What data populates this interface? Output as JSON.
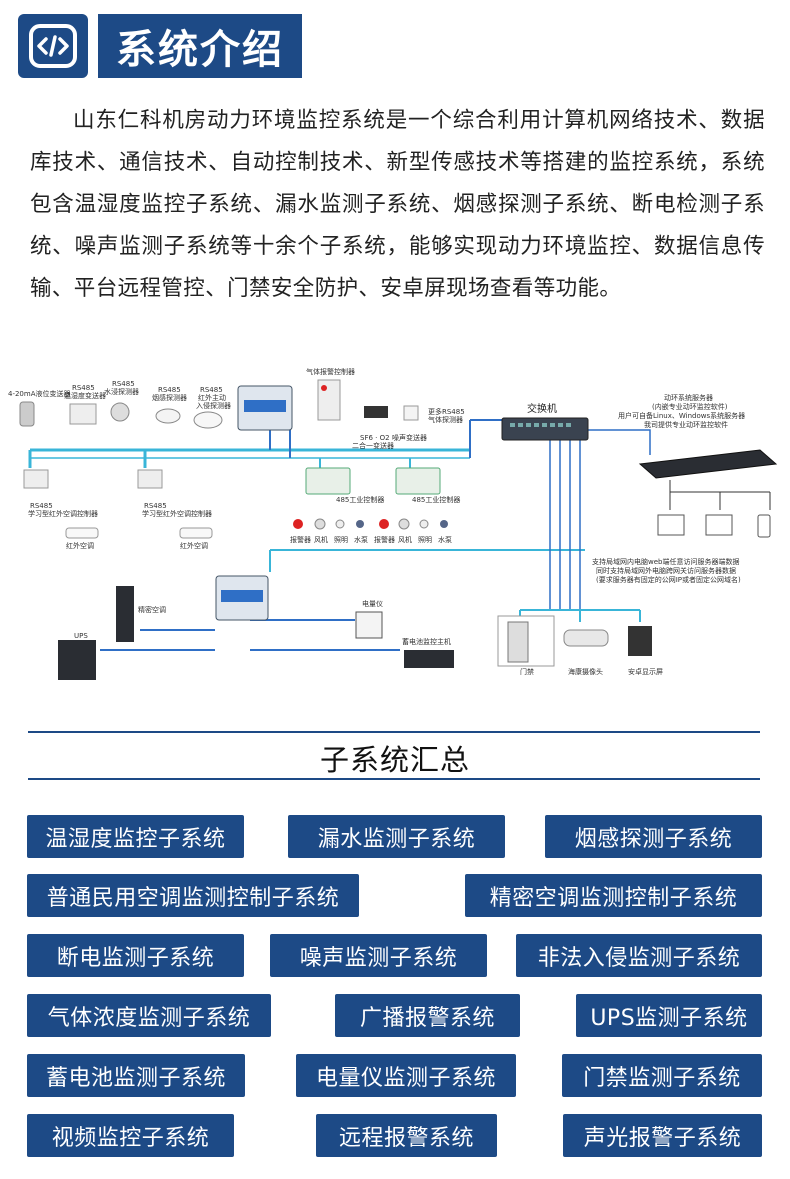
{
  "header": {
    "title": "系统介绍",
    "icon": "code-icon"
  },
  "intro": "山东仁科机房动力环境监控系统是一个综合利用计算机网络技术、数据库技术、通信技术、自动控制技术、新型传感技术等搭建的监控系统，系统包含温湿度监控子系统、漏水监测子系统、烟感探测子系统、断电检测子系统、噪声监测子系统等十余个子系统，能够实现动力环境监控、数据信息传输、平台远程管控、门禁安全防护、安卓屏现场查看等功能。",
  "diagram": {
    "labels": {
      "sensor1": "4-20mA液位变送器",
      "sensor2a": "RS485",
      "sensor2b": "温湿度变送器",
      "sensor3a": "RS485",
      "sensor3b": "水浸探测器",
      "sensor4a": "RS485",
      "sensor4b": "烟感探测器",
      "sensor5a": "RS485",
      "sensor5b": "红外主动",
      "sensor5c": "入侵探测器",
      "gas_ctrl": "气体报警控制器",
      "sf6": "SF6 · O2",
      "sf6b": "二合一变送器",
      "noise": "噪声变送器",
      "rs485gas1": "更多RS485",
      "rs485gas2": "气体探测器",
      "switch": "交换机",
      "server1": "动环系统服务器",
      "server2": "(内嵌专业动环监控软件)",
      "server3": "用户可自备Linux、Windows系统服务器",
      "server4": "我司提供专业动环监控软件",
      "ac1a": "RS485",
      "ac1b": "学习型红外空调控制器",
      "ac1c": "红外空调",
      "ac2a": "RS485",
      "ac2b": "学习型红外空调控制器",
      "ac2c": "红外空调",
      "ctrl1": "485工业控制器",
      "ctrl2": "485工业控制器",
      "dev1": "报警器",
      "dev2": "风机",
      "dev3": "照明",
      "dev4": "水泵",
      "dev5": "报警器",
      "dev6": "风机",
      "dev7": "照明",
      "dev8": "水泵",
      "precision_ac": "精密空调",
      "ups": "UPS",
      "meter": "电量仪",
      "battery": "蓄电池监控主机",
      "access": "门禁",
      "camera": "海康摄像头",
      "android": "安卓显示屏",
      "web1": "支持局域网内电脑web端任意访问服务器端数据",
      "web2": "同时支持局域网外电脑跨网关访问服务器数据",
      "web3": "(要求服务器有固定的公网IP或者固定公网域名)"
    }
  },
  "section": {
    "title": "子系统汇总"
  },
  "tags": [
    "温湿度监控子系统",
    "漏水监测子系统",
    "烟感探测子系统",
    "普通民用空调监测控制子系统",
    "精密空调监测控制子系统",
    "断电监测子系统",
    "噪声监测子系统",
    "非法入侵监测子系统",
    "气体浓度监测子系统",
    "广播报警系统",
    "UPS监测子系统",
    "蓄电池监测子系统",
    "电量仪监测子系统",
    "门禁监测子系统",
    "视频监控子系统",
    "远程报警系统",
    "声光报警子系统"
  ],
  "colors": {
    "brand": "#1d4a86",
    "line_cyan": "#39b5d8",
    "line_blue": "#2f6fc6"
  }
}
